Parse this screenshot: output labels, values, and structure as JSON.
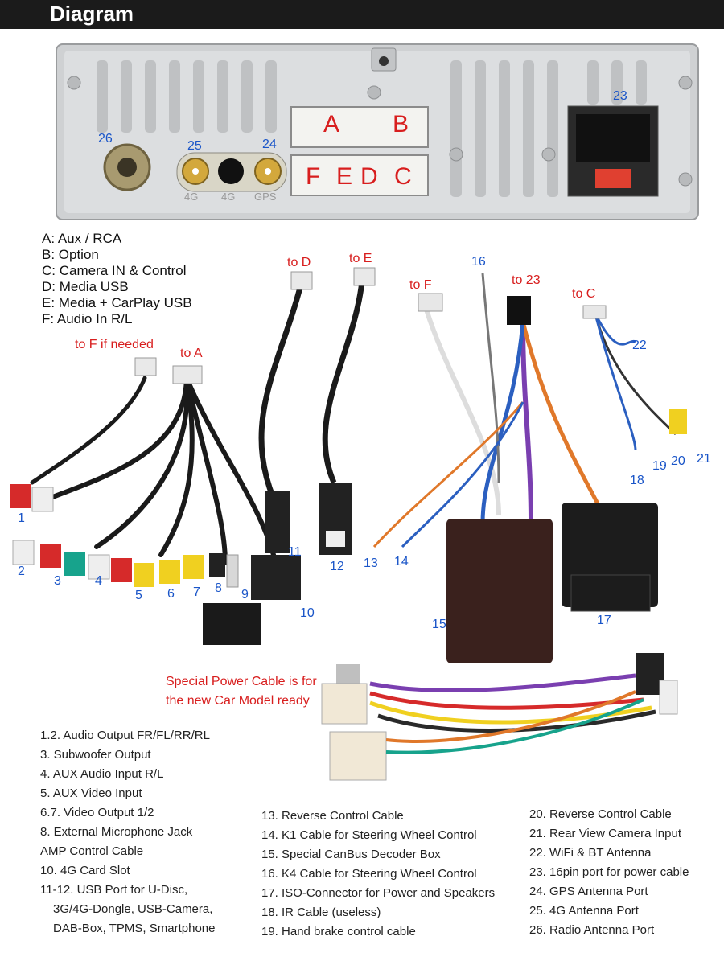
{
  "header": {
    "title": "Diagram"
  },
  "unit": {
    "connector_labels": [
      "A",
      "B",
      "F",
      "E",
      "D",
      "C"
    ],
    "port_labels": [
      "4G",
      "4G",
      "GPS"
    ],
    "numbers": {
      "n26": "26",
      "n25": "25",
      "n24": "24",
      "n23": "23"
    }
  },
  "legend": [
    "A: Aux / RCA",
    "B: Option",
    "C: Camera IN & Control",
    "D: Media USB",
    "E: Media + CarPlay USB",
    "F: Audio In R/L"
  ],
  "cable_labels": {
    "to_f_if_needed": "to F if needed",
    "to_a": "to A",
    "to_d": "to D",
    "to_e": "to E",
    "to_f": "to F",
    "to_23": "to 23",
    "to_c": "to C"
  },
  "numbers": [
    "1",
    "2",
    "3",
    "4",
    "5",
    "6",
    "7",
    "8",
    "9",
    "10",
    "11",
    "12",
    "13",
    "14",
    "15",
    "16",
    "17",
    "18",
    "19",
    "20",
    "21",
    "22"
  ],
  "note": {
    "line1": "Special Power Cable is for",
    "line2": "the new Car Model ready"
  },
  "list_left": [
    "1.2. Audio Output FR/FL/RR/RL",
    "3. Subwoofer Output",
    "4. AUX Audio Input R/L",
    "5. AUX Video Input",
    "6.7. Video Output 1/2",
    "8. External Microphone Jack",
    "AMP Control Cable",
    "10. 4G Card Slot",
    "11-12. USB Port for U-Disc,",
    "3G/4G-Dongle, USB-Camera,",
    "DAB-Box, TPMS, Smartphone"
  ],
  "list_middle": [
    "13. Reverse Control Cable",
    "14. K1 Cable for Steering Wheel Control",
    "15. Special CanBus Decoder Box",
    "16. K4 Cable for Steering Wheel Control",
    "17. ISO-Connector for Power and Speakers",
    "18. IR Cable (useless)",
    "19. Hand brake control cable"
  ],
  "list_right": [
    "20. Reverse Control Cable",
    "21. Rear View Camera Input",
    "22. WiFi & BT Antenna",
    "23. 16pin port for power cable",
    "24. GPS Antenna Port",
    "25. 4G Antenna Port",
    "26. Radio Antenna Port"
  ],
  "colors": {
    "label_blue": "#1a55c8",
    "label_red": "#d81e1e",
    "header_bg": "#1b1b1b"
  }
}
